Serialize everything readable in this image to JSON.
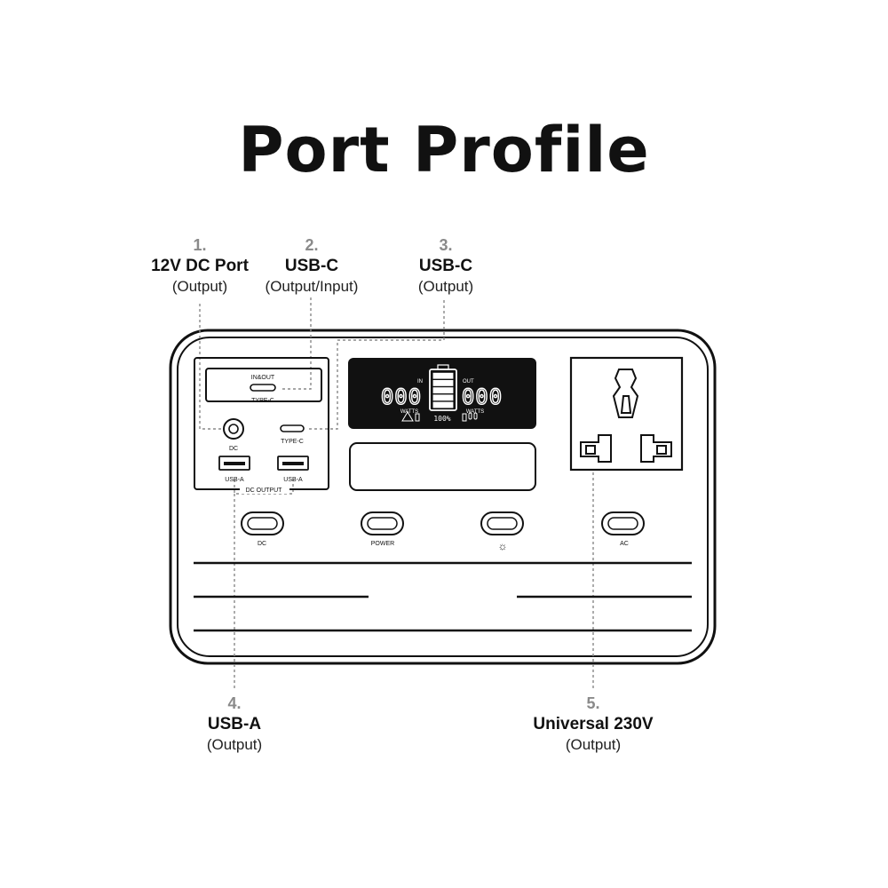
{
  "title": "Port Profile",
  "callouts": [
    {
      "num": "1.",
      "name": "12V DC Port",
      "sub": "(Output)"
    },
    {
      "num": "2.",
      "name": "USB-C",
      "sub": "(Output/Input)"
    },
    {
      "num": "3.",
      "name": "USB-C",
      "sub": "(Output)"
    },
    {
      "num": "4.",
      "name": "USB-A",
      "sub": "(Output)"
    },
    {
      "num": "5.",
      "name": "Universal 230V",
      "sub": "(Output)"
    }
  ],
  "device": {
    "in_out_label": "IN&OUT",
    "type_c_top_label": "TYPE-C",
    "dc_label": "DC",
    "type_c_label": "TYPE-C",
    "usb_a_left_label": "USB-A",
    "usb_a_right_label": "USB-A",
    "dc_output_label": "DC OUTPUT",
    "display": {
      "in_label": "IN",
      "out_label": "OUT",
      "in_watts": "000",
      "out_watts": "000",
      "watts_label_left": "WATTS",
      "watts_label_right": "WATTS",
      "battery_percent": "100%",
      "battery_level": 1.0
    },
    "buttons": [
      {
        "label": "DC"
      },
      {
        "label": "POWER"
      },
      {
        "label": "☼"
      },
      {
        "label": "AC"
      }
    ]
  }
}
